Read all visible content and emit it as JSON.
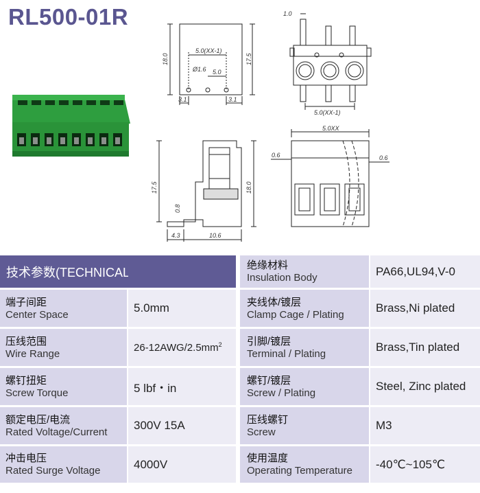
{
  "title": "RL500-01R",
  "drawing_labels": {
    "d1_0": "1.0",
    "d18_0": "18.0",
    "d17_5": "17.5",
    "d5_0_xx1": "5.0(XX-1)",
    "d1_6": "Ø1.6",
    "d5_0": "5.0",
    "d3_1": "3.1",
    "d5_0xx": "5.0XX",
    "d0_6": "0.6",
    "d0_8": "0.8",
    "d4_3": "4.3",
    "d10_6": "10.6"
  },
  "table": {
    "header": "技术参数(TECHNICAL DATA)",
    "left_rows": [
      {
        "cn": "端子间距",
        "en": "Center Space",
        "value": "5.0mm"
      },
      {
        "cn": "压线范围",
        "en": "Wire Range",
        "value": "26-12AWG/2.5mm",
        "sup": "2"
      },
      {
        "cn": "螺钉扭矩",
        "en": "Screw Torque",
        "value": "5 lbf・in"
      },
      {
        "cn": "额定电压/电流",
        "en": "Rated Voltage/Current",
        "value": "300V 15A"
      },
      {
        "cn": "冲击电压",
        "en": "Rated Surge Voltage",
        "value": "4000V"
      }
    ],
    "right_rows": [
      {
        "cn": "绝缘材料",
        "en": "Insulation Body",
        "value": "PA66,UL94,V-0"
      },
      {
        "cn": "夹线体/镀层",
        "en": "Clamp Cage / Plating",
        "value": "Brass,Ni plated"
      },
      {
        "cn": "引脚/镀层",
        "en": "Terminal / Plating",
        "value": "Brass,Tin plated"
      },
      {
        "cn": "螺钉/镀层",
        "en": "Screw / Plating",
        "value": "Steel, Zinc plated"
      },
      {
        "cn": "压线螺钉",
        "en": "Screw",
        "value": "M3"
      },
      {
        "cn": "使用温度",
        "en": "Operating Temperature",
        "value": "-40℃~105℃"
      }
    ]
  }
}
